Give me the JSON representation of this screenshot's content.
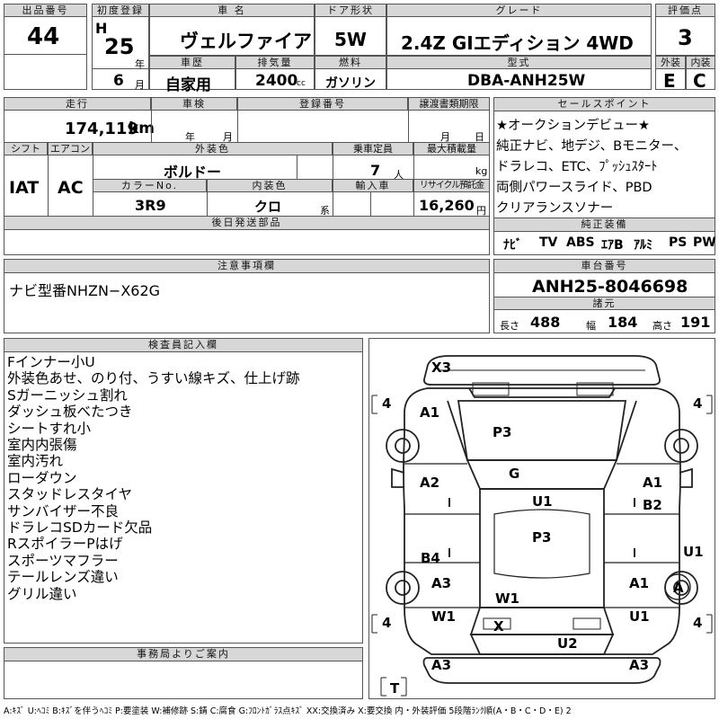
{
  "header": {
    "lot_label": "出品番号",
    "lot": "44",
    "first_reg_label": "初度登録",
    "era": "H",
    "year": "25",
    "year_unit": "年",
    "month": "6",
    "month_unit": "月",
    "car_name_label": "車 名",
    "car_name": "ヴェルファイア",
    "door_label": "ドア形状",
    "door": "5W",
    "grade_label": "グレード",
    "grade": "2.4Z GIエディション 4WD",
    "score_label": "評価点",
    "score": "3",
    "history_label": "車歴",
    "history": "自家用",
    "disp_label": "排気量",
    "disp": "2400",
    "disp_unit": "cc",
    "fuel_label": "燃料",
    "fuel": "ガソリン",
    "model_label": "型式",
    "model": "DBA-ANH25W",
    "ext_label": "外装",
    "ext": "E",
    "int_label": "内装",
    "int": "C"
  },
  "spec": {
    "mileage_label": "走行",
    "mileage": "174,119",
    "mileage_unit": "km",
    "inspect_label": "車検",
    "inspect_y": "年",
    "inspect_m": "月",
    "reg_label": "登録番号",
    "transfer_label": "譲渡書類期限",
    "transfer_m": "月",
    "transfer_d": "日",
    "shift_label": "シフト",
    "shift": "IAT",
    "ac_label": "エアコン",
    "ac": "AC",
    "color_label": "外装色",
    "color": "ボルドー",
    "cap_label": "乗車定員",
    "cap": "7",
    "cap_unit": "人",
    "load_label": "最大積載量",
    "load_unit": "kg",
    "colorno_label": "カラーNo.",
    "colorno": "3R9",
    "intcolor_label": "内装色",
    "intcolor": "クロ",
    "intcolor_unit": "系",
    "import_label": "輸入車",
    "recycle_label": "リサイクル預託金",
    "recycle": "16,260",
    "recycle_unit": "円",
    "later_label": "後日発送部品"
  },
  "sales": {
    "label": "セールスポイント",
    "lines": [
      "★オークションデビュー★",
      "純正ナビ、地デジ、Bモニター、",
      "ドラレコ、ETC、ﾌﾟｯｼｭｽﾀｰﾄ",
      "両側パワースライド、PBD",
      "クリアランスソナー"
    ]
  },
  "equip": {
    "label": "純正装備",
    "items": [
      "ﾅﾋﾞ",
      "TV",
      "ABS",
      "ｴｱB",
      "ｱﾙﾐ",
      "PS",
      "PW"
    ]
  },
  "notes": {
    "label": "注意事項欄",
    "text": "ナビ型番NHZN−X62G"
  },
  "chassis": {
    "label": "車台番号",
    "number": "ANH25-8046698"
  },
  "dims": {
    "label": "諸元",
    "len_label": "長さ",
    "len": "488",
    "wid_label": "幅",
    "wid": "184",
    "hgt_label": "高さ",
    "hgt": "191"
  },
  "inspector": {
    "label": "検査員記入欄",
    "lines": [
      "Fインナー小U",
      "外装色あせ、のり付、うすい線キズ、仕上げ跡",
      "Sガーニッシュ割れ",
      "ダッシュ板べたつき",
      "シートすれ小",
      "室内内張傷",
      "室内汚れ",
      "ローダウン",
      "スタッドレスタイヤ",
      "サンバイザー不良",
      "ドラレコSDカード欠品",
      "RスポイラーPはげ",
      "スポーツマフラー",
      "テールレンズ違い",
      "グリル違い"
    ]
  },
  "office": {
    "label": "事務局よりご案内"
  },
  "diagram": {
    "marks": [
      "X3",
      "4",
      "4",
      "A1",
      "P3",
      "A2",
      "G",
      "A1",
      "U1",
      "B2",
      "P3",
      "U1",
      "B4",
      "A3",
      "A1",
      "A",
      "W1",
      "W1",
      "U1",
      "4",
      "4",
      "X",
      "U2",
      "A3",
      "A3",
      "T"
    ]
  },
  "legend": "A:ｷｽﾞ U:ﾍｺﾐ B:ｷｽﾞを伴うﾍｺﾐ P:要塗装 W:補修跡 S:錆 C:腐食 G:ﾌﾛﾝﾄｶﾞﾗｽ点ｷｽﾞ XX:交換済み X:要交換 内・外装評価 5段階ﾗﾝｸ順(A・B・C・D・E) 2"
}
